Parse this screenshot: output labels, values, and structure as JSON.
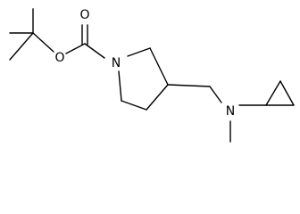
{
  "atoms": {
    "carbonyl_oxygen": "O",
    "ester_oxygen": "O",
    "ring_nitrogen": "N",
    "amine_nitrogen": "N"
  }
}
